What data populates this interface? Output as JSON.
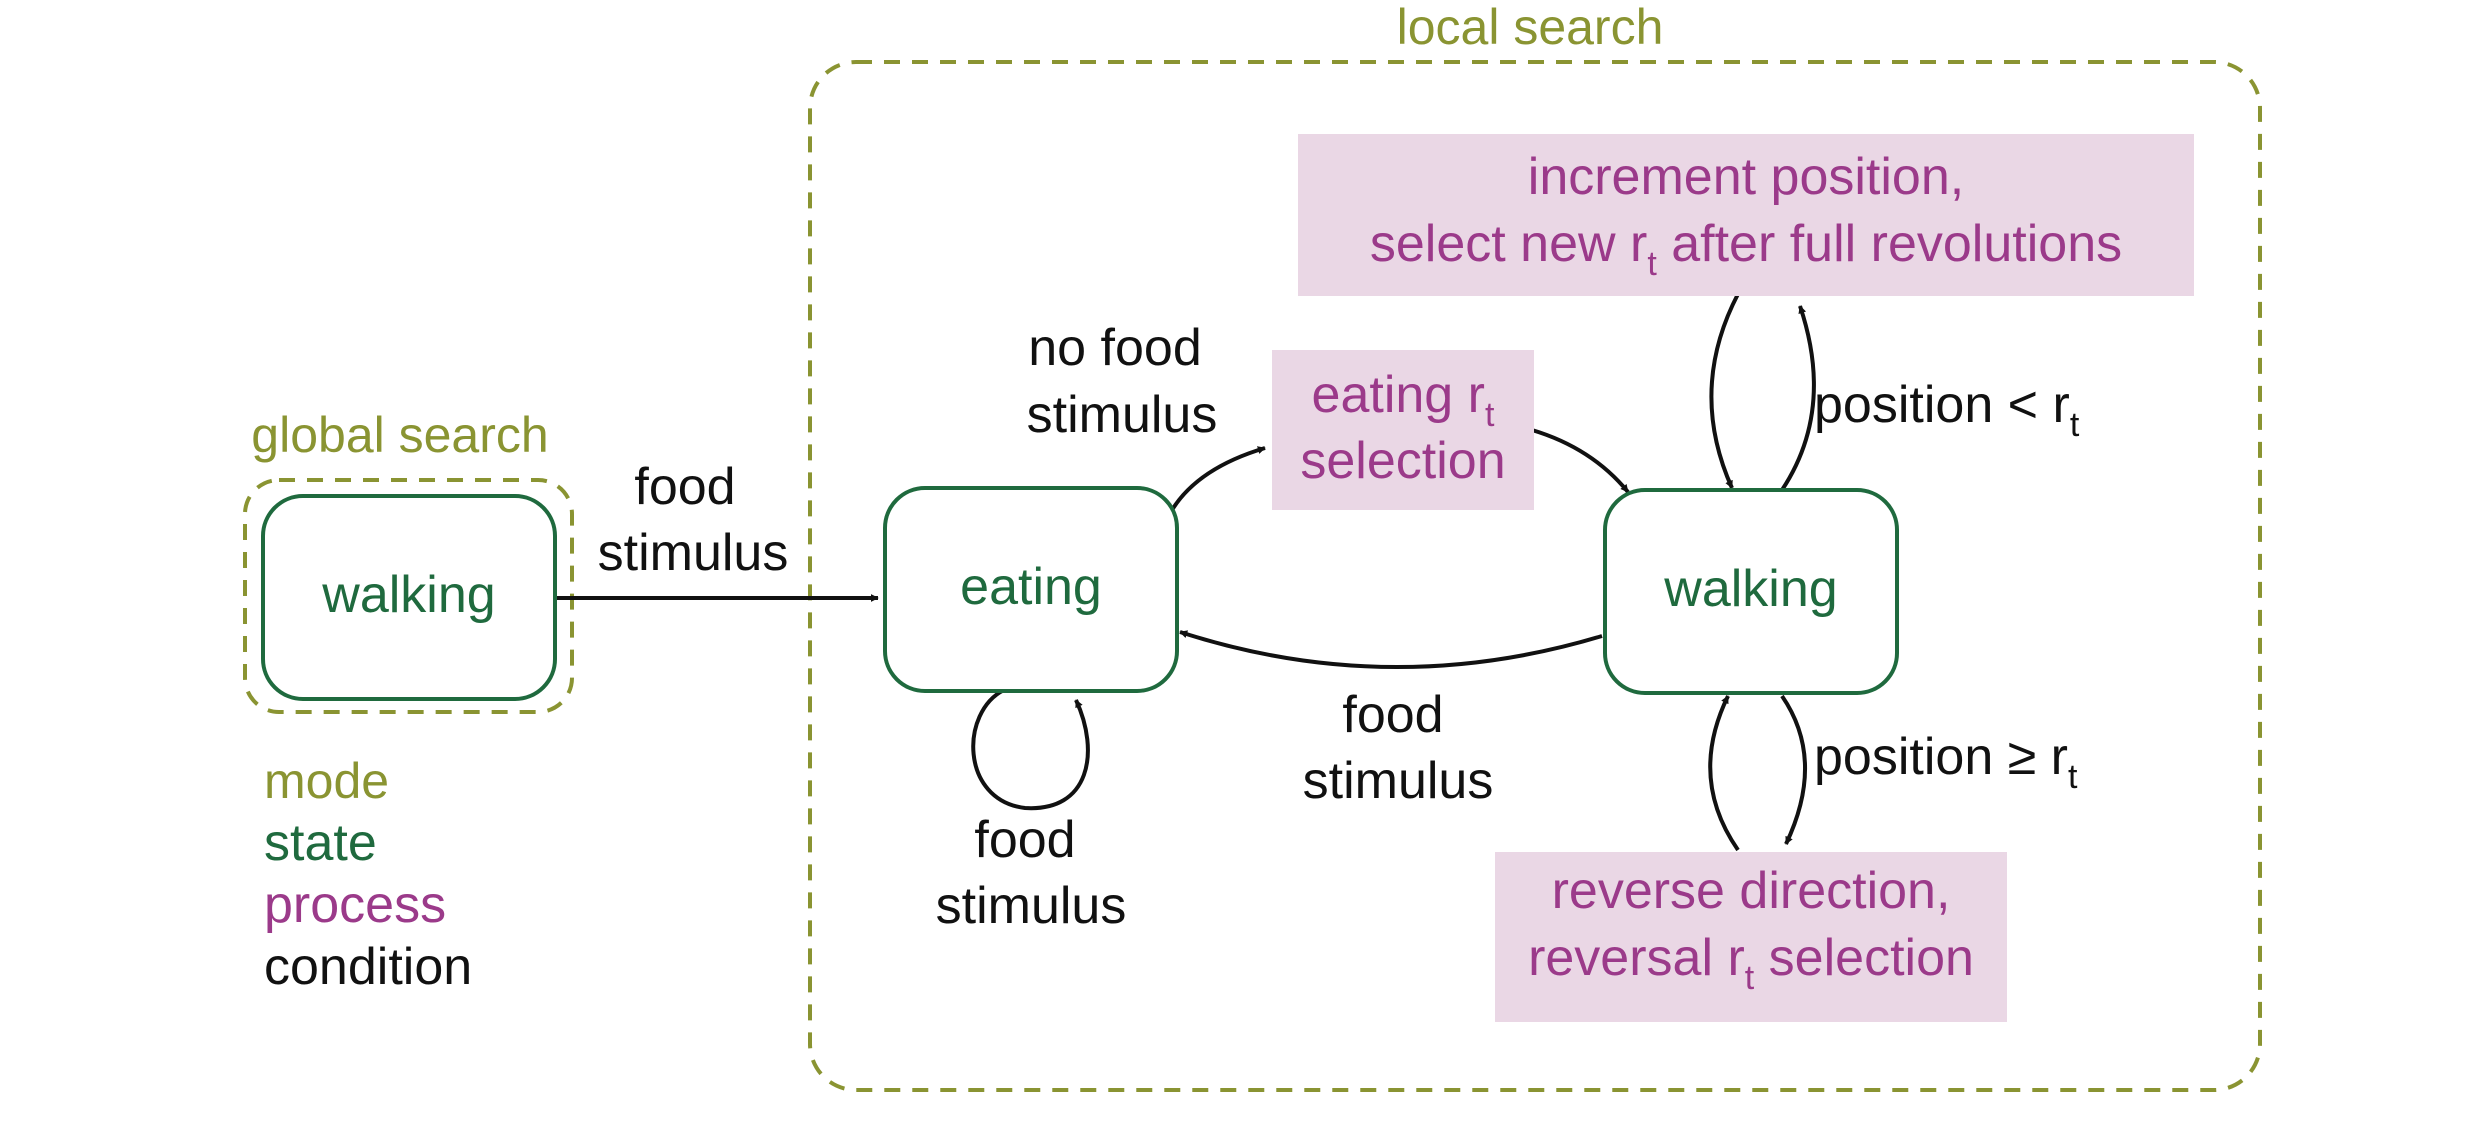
{
  "modes": {
    "global_search": "global search",
    "local_search": "local search"
  },
  "states": {
    "walking_global": "walking",
    "eating": "eating",
    "walking_local": "walking"
  },
  "processes": {
    "eating_selection": {
      "line1": "eating r",
      "sub1": "t",
      "line2": "selection"
    },
    "increment": {
      "line1": "increment position,",
      "line2a": "select new r",
      "sub2": "t",
      "line2b": " after full revolutions"
    },
    "reverse": {
      "line1": "reverse direction,",
      "line2a": "reversal r",
      "sub2": "t",
      "line2b": " selection"
    }
  },
  "conditions": {
    "food_stimulus_entry": {
      "line1": "food",
      "line2": "stimulus"
    },
    "no_food_stimulus": {
      "line1": "no food",
      "line2": "stimulus"
    },
    "food_stimulus_loop": {
      "line1": "food",
      "line2": "stimulus"
    },
    "food_stimulus_return": {
      "line1": "food",
      "line2": "stimulus"
    },
    "position_less": {
      "text": "position < r",
      "sub": "t"
    },
    "position_geq": {
      "text": "position ≥ r",
      "sub": "t"
    }
  },
  "legend": {
    "mode": "mode",
    "state": "state",
    "process": "process",
    "condition": "condition"
  },
  "colors": {
    "mode": "#8a9432",
    "state": "#1f6a3e",
    "process": "#9b3a8a",
    "process_fill": "#ead7e5",
    "condition": "#111111"
  }
}
